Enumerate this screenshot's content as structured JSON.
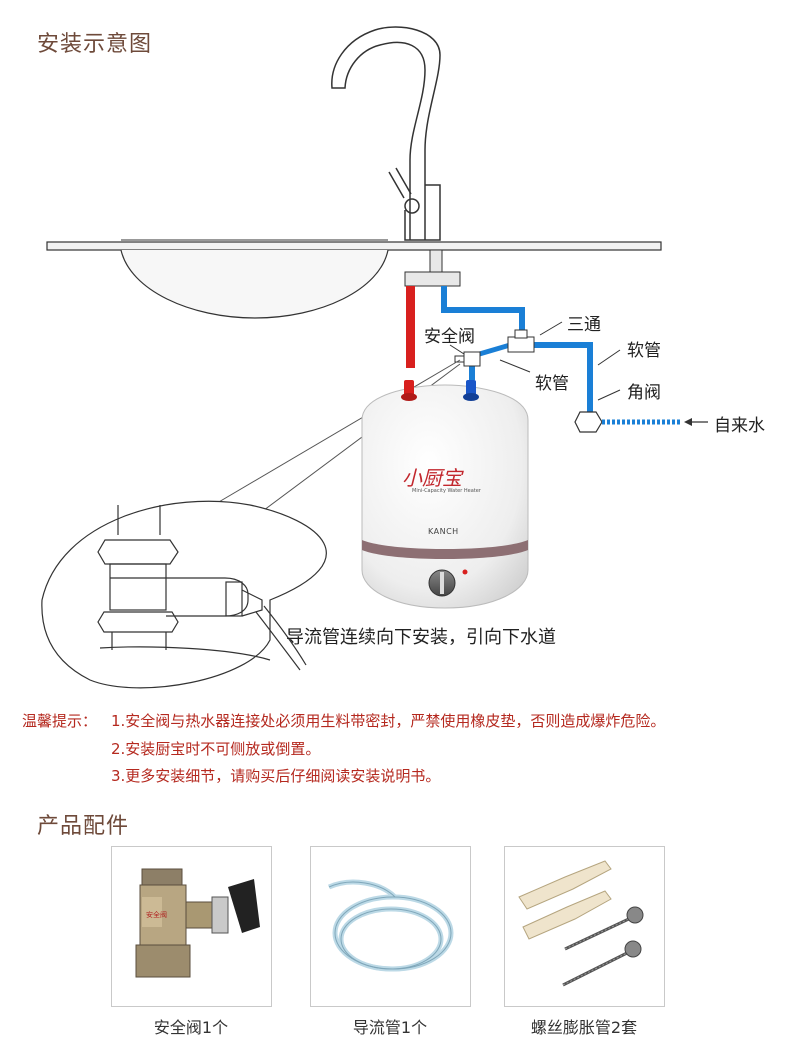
{
  "section1": {
    "title": "安装示意图"
  },
  "diagram": {
    "labels": {
      "tee": "三通",
      "safety_valve": "安全阀",
      "hose1": "软管",
      "hose2": "软管",
      "angle_valve": "角阀",
      "tap_water": "自来水",
      "drain_note": "导流管连续向下安装，引向下水道"
    },
    "heater": {
      "brand_script": "小厨宝",
      "subline": "Mini-Capacity Water Heater",
      "logo": "KANCH"
    },
    "colors": {
      "hot_pipe": "#d8201e",
      "cold_pipe": "#1a7fd6",
      "band": "#8d6f73"
    }
  },
  "tips": {
    "prefix": "温馨提示：",
    "items": [
      "1.安全阀与热水器连接处必须用生料带密封，严禁使用橡皮垫，否则造成爆炸危险。",
      "2.安装厨宝时不可侧放或倒置。",
      "3.更多安装细节，请购买后仔细阅读安装说明书。"
    ]
  },
  "section2": {
    "title": "产品配件"
  },
  "accessories": [
    {
      "caption": "安全阀1个",
      "icon": "safety-valve-photo"
    },
    {
      "caption": "导流管1个",
      "icon": "drain-tube-photo"
    },
    {
      "caption": "螺丝膨胀管2套",
      "icon": "screw-anchor-photo"
    }
  ]
}
